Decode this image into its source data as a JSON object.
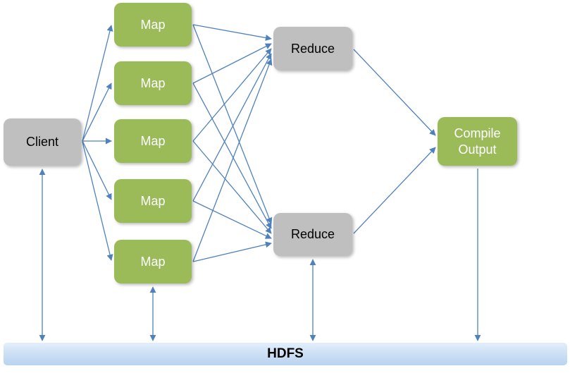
{
  "diagram": {
    "type": "flow",
    "nodes": {
      "client": {
        "label": "Client"
      },
      "map1": {
        "label": "Map"
      },
      "map2": {
        "label": "Map"
      },
      "map3": {
        "label": "Map"
      },
      "map4": {
        "label": "Map"
      },
      "map5": {
        "label": "Map"
      },
      "reduce1": {
        "label": "Reduce"
      },
      "reduce2": {
        "label": "Reduce"
      },
      "compile_output": {
        "label": "Compile Output"
      },
      "hdfs": {
        "label": "HDFS"
      }
    },
    "edges": [
      {
        "from": "client",
        "to": "map1",
        "bidirectional": false
      },
      {
        "from": "client",
        "to": "map2",
        "bidirectional": false
      },
      {
        "from": "client",
        "to": "map3",
        "bidirectional": false
      },
      {
        "from": "client",
        "to": "map4",
        "bidirectional": false
      },
      {
        "from": "client",
        "to": "map5",
        "bidirectional": false
      },
      {
        "from": "map1",
        "to": "reduce1",
        "bidirectional": false
      },
      {
        "from": "map2",
        "to": "reduce1",
        "bidirectional": false
      },
      {
        "from": "map3",
        "to": "reduce1",
        "bidirectional": false
      },
      {
        "from": "map4",
        "to": "reduce1",
        "bidirectional": false
      },
      {
        "from": "map5",
        "to": "reduce1",
        "bidirectional": false
      },
      {
        "from": "map1",
        "to": "reduce2",
        "bidirectional": false
      },
      {
        "from": "map2",
        "to": "reduce2",
        "bidirectional": false
      },
      {
        "from": "map3",
        "to": "reduce2",
        "bidirectional": false
      },
      {
        "from": "map4",
        "to": "reduce2",
        "bidirectional": false
      },
      {
        "from": "map5",
        "to": "reduce2",
        "bidirectional": false
      },
      {
        "from": "reduce1",
        "to": "compile_output",
        "bidirectional": false
      },
      {
        "from": "reduce2",
        "to": "compile_output",
        "bidirectional": false
      },
      {
        "from": "client",
        "to": "hdfs",
        "bidirectional": true
      },
      {
        "from": "map5",
        "to": "hdfs",
        "bidirectional": true
      },
      {
        "from": "reduce2",
        "to": "hdfs",
        "bidirectional": true
      },
      {
        "from": "compile_output",
        "to": "hdfs",
        "bidirectional": false
      }
    ],
    "colors": {
      "node_green": "#9bbb59",
      "node_gray": "#bfbfbf",
      "arrow_blue": "#4f81bd",
      "hdfs_bar": "#cadef5"
    }
  }
}
